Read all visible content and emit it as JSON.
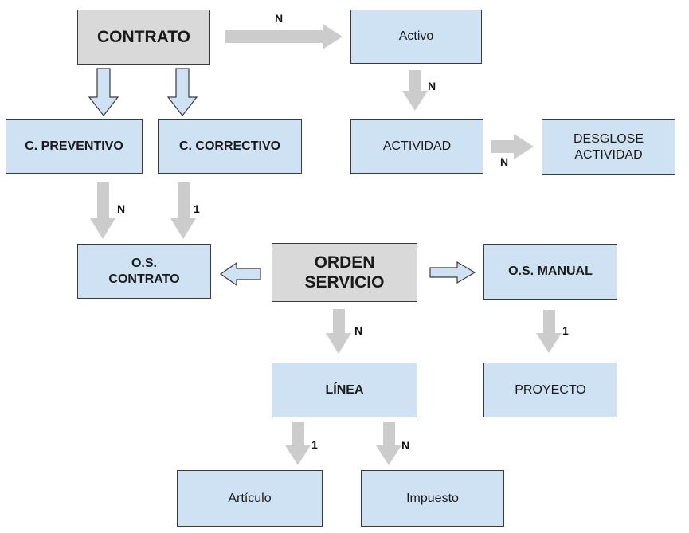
{
  "boxes": {
    "contrato": "CONTRATO",
    "activo": "Activo",
    "c_preventivo": "C. PREVENTIVO",
    "c_correctivo": "C. CORRECTIVO",
    "actividad": "ACTIVIDAD",
    "desglose_line1": "DESGLOSE",
    "desglose_line2": "ACTIVIDAD",
    "os_contrato_line1": "O.S.",
    "os_contrato_line2": "CONTRATO",
    "orden_line1": "ORDEN",
    "orden_line2": "SERVICIO",
    "os_manual": "O.S. MANUAL",
    "linea": "LÍNEA",
    "proyecto": "PROYECTO",
    "articulo": "Artículo",
    "impuesto": "Impuesto"
  },
  "labels": {
    "contrato_activo": "N",
    "activo_actividad": "N",
    "actividad_desglose": "N",
    "preventivo_os": "N",
    "correctivo_os": "1",
    "orden_linea": "N",
    "manual_proyecto": "1",
    "linea_articulo": "1",
    "linea_impuesto": "N"
  },
  "colors": {
    "box_blue": "#cfe2f3",
    "box_grey": "#d9d9d9",
    "arrow_grey": "#cccccc",
    "outline_arrow_fill": "#cfe2f3"
  }
}
